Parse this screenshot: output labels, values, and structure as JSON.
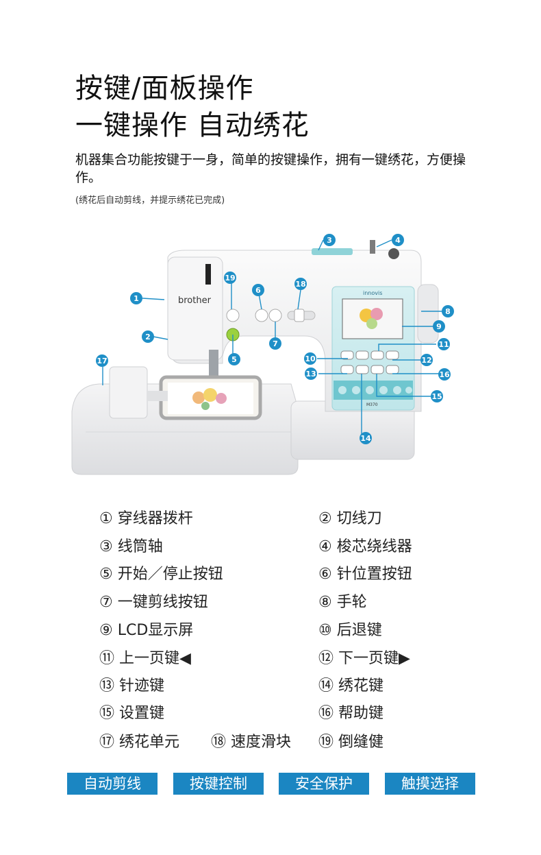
{
  "header": {
    "title_line1": "按键/面板操作",
    "title_line2": "一键操作 自动绣花",
    "description": "机器集合功能按键于一身，简单的按键操作，拥有一键绣花，方便操作。",
    "note": "(绣花后自动剪线，并提示绣花已完成)"
  },
  "machine": {
    "brand": "brother",
    "panel_brand": "innovis",
    "model": "M370",
    "callouts": [
      "1",
      "2",
      "3",
      "4",
      "5",
      "6",
      "7",
      "8",
      "9",
      "10",
      "11",
      "12",
      "13",
      "14",
      "15",
      "16",
      "17",
      "18",
      "19"
    ]
  },
  "legend": [
    {
      "text": "① 穿线器拨杆"
    },
    {
      "text": "② 切线刀"
    },
    {
      "text": "③ 线筒轴"
    },
    {
      "text": "④ 梭芯绕线器"
    },
    {
      "text": "⑤ 开始／停止按钮"
    },
    {
      "text": "⑥ 针位置按钮"
    },
    {
      "text": "⑦ 一键剪线按钮"
    },
    {
      "text": "⑧ 手轮"
    },
    {
      "text": "⑨ LCD显示屏"
    },
    {
      "text": "⑩ 后退键"
    },
    {
      "text": "⑪ 上一页键◀"
    },
    {
      "text": "⑫ 下一页键▶"
    },
    {
      "text": "⑬ 针迹键"
    },
    {
      "text": "⑭ 绣花键"
    },
    {
      "text": "⑮ 设置键"
    },
    {
      "text": "⑯ 帮助键"
    },
    {
      "text": "⑰ 绣花单元"
    },
    {
      "text": "⑱ 速度滑块"
    },
    {
      "text": "⑲ 倒缝健"
    }
  ],
  "tags": [
    {
      "label": "自动剪线"
    },
    {
      "label": "按键控制"
    },
    {
      "label": "安全保护"
    },
    {
      "label": "触摸选择"
    }
  ],
  "colors": {
    "accent": "#1b86c2",
    "callout": "#1f8fc7",
    "panel": "#7fd0d6"
  }
}
